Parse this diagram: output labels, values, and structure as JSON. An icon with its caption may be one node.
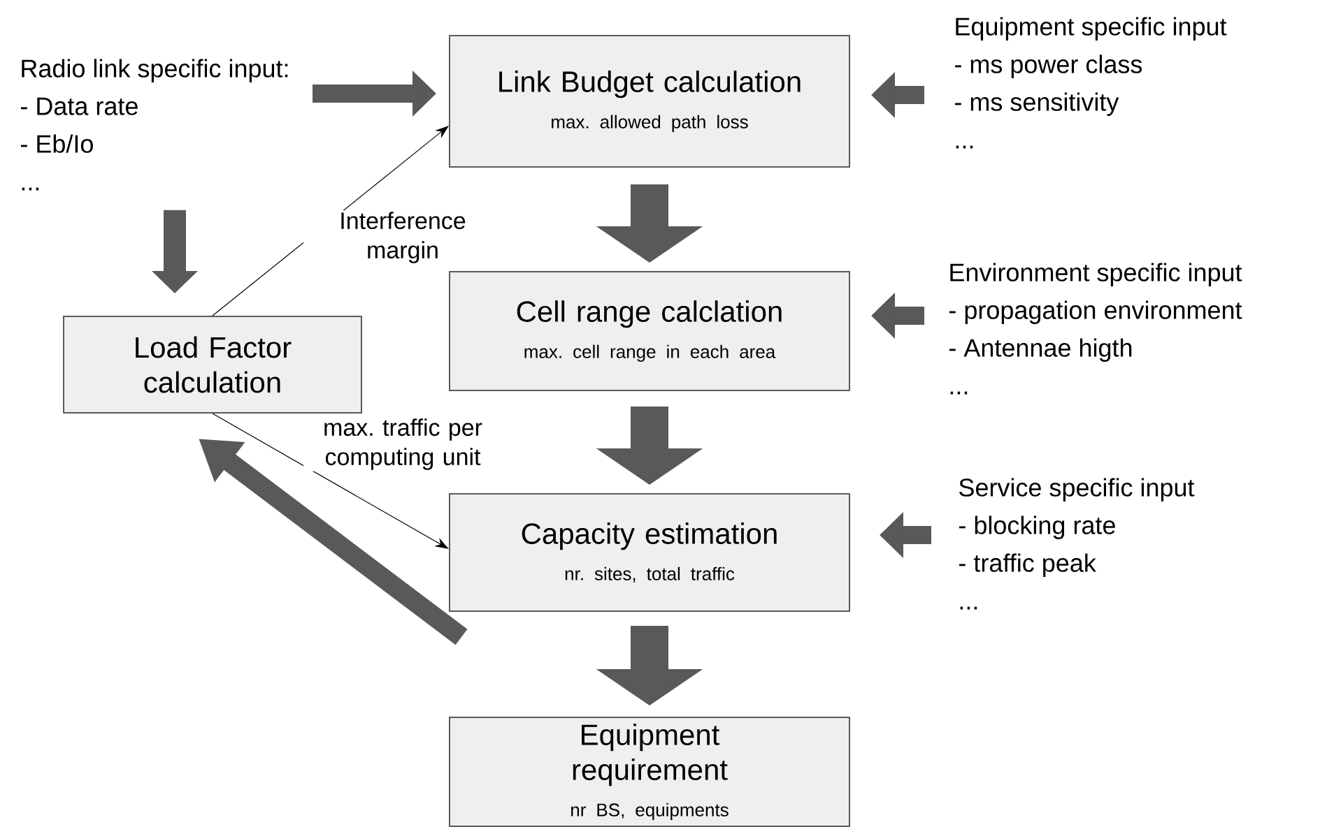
{
  "diagram": {
    "nodes": [
      {
        "text": [
          "Radio link specific input:",
          "- Data rate",
          "- Eb/Io",
          "..."
        ]
      },
      {
        "text": [
          "Link Budget calculation",
          "max. allowed path loss"
        ]
      },
      {
        "text": [
          "Equipment specific input",
          "- ms power class",
          "- ms sensitivity",
          "..."
        ]
      },
      {
        "text": [
          "Load Factor calculation"
        ]
      },
      {
        "text": [
          "Cell range calclation",
          "max. cell range in each area"
        ]
      },
      {
        "text": [
          "Environment specific input",
          "- propagation environment",
          "- Antennae higth",
          "..."
        ]
      },
      {
        "text": [
          "Capacity estimation",
          "nr. sites, total traffic"
        ]
      },
      {
        "text": [
          "Service specific input",
          "- blocking rate",
          "- traffic peak",
          "..."
        ]
      },
      {
        "text": [
          "Equipment requirement",
          "nr BS, equipments"
        ]
      }
    ],
    "edges": [
      {
        "from": 0,
        "to": 1,
        "arrow": "to"
      },
      {
        "from": 2,
        "to": 1,
        "arrow": "to"
      },
      {
        "from": 1,
        "to": 4,
        "arrow": "to",
        "style": "thick"
      },
      {
        "from": 4,
        "to": 6,
        "arrow": "to",
        "style": "thick"
      },
      {
        "from": 6,
        "to": 8,
        "arrow": "to",
        "style": "thick"
      },
      {
        "from": 0,
        "to": 3,
        "arrow": "to"
      },
      {
        "from": 5,
        "to": 4,
        "arrow": "to"
      },
      {
        "from": 7,
        "to": 6,
        "arrow": "to"
      },
      {
        "from": 6,
        "to": 3,
        "arrow": "to"
      },
      {
        "from": 3,
        "to": 1,
        "arrow": "to",
        "label": "Interference margin"
      },
      {
        "from": 3,
        "to": 6,
        "arrow": "to",
        "label": "max. traffic per computing unit"
      }
    ]
  }
}
